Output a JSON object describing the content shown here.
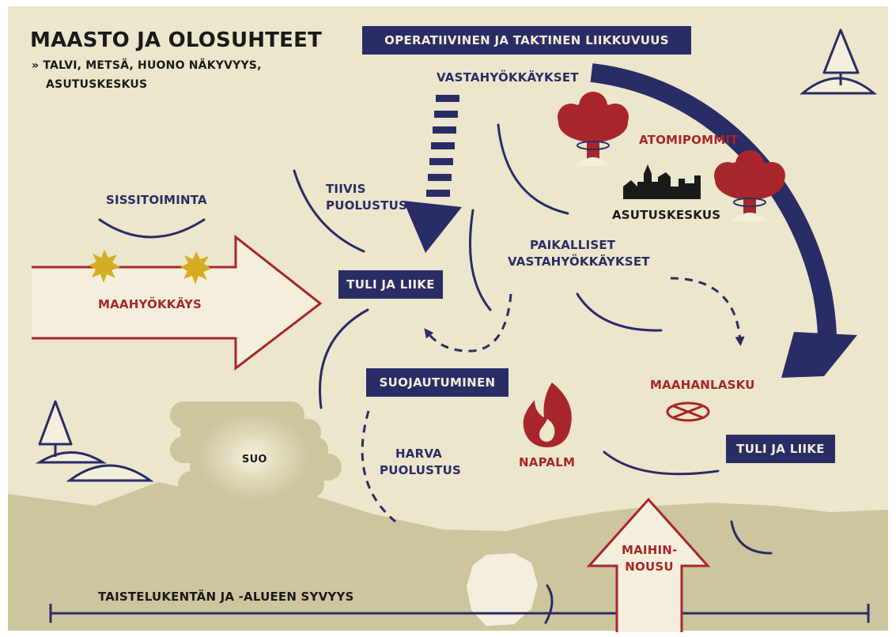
{
  "header": {
    "title": "MAASTO JA OLOSUHTEET",
    "subtitle_line1": "» TALVI, METSÄ, HUONO NÄKYVYYS,",
    "subtitle_line2": "ASUTUSKESKUS"
  },
  "boxes": {
    "mobility": "OPERATIIVINEN JA TAKTINEN LIIKKUVUUS",
    "fire_move_1": "TULI JA LIIKE",
    "protection": "SUOJAUTUMINEN",
    "fire_move_2": "TULI JA LIIKE"
  },
  "labels": {
    "counterattacks": "VASTAHYÖKKÄYKSET",
    "atomic_bombs": "ATOMIPOMMIT",
    "settlement": "ASUTUSKESKUS",
    "guerrilla": "SISSITOIMINTA",
    "dense_defense_1": "TIIVIS",
    "dense_defense_2": "PUOLUSTUS",
    "local_counter_1": "PAIKALLISET",
    "local_counter_2": "VASTAHYÖKKÄYKSET",
    "ground_attack": "MAAHYÖKKÄYS",
    "airborne_landing": "MAAHANLASKU",
    "swamp": "SUO",
    "sparse_defense_1": "HARVA",
    "sparse_defense_2": "PUOLUSTUS",
    "napalm": "NAPALM",
    "amphibious_1": "MAIHIN-",
    "amphibious_2": "NOUSU",
    "depth": "TAISTELUKENTÄN JA -ALUEEN SYVYYS"
  },
  "colors": {
    "background": "#ebe6cc",
    "navy": "#2a2c66",
    "red": "#a8262b",
    "terrain": "#cdc59d",
    "cream": "#f4efdc",
    "yellow": "#d4ad22"
  }
}
